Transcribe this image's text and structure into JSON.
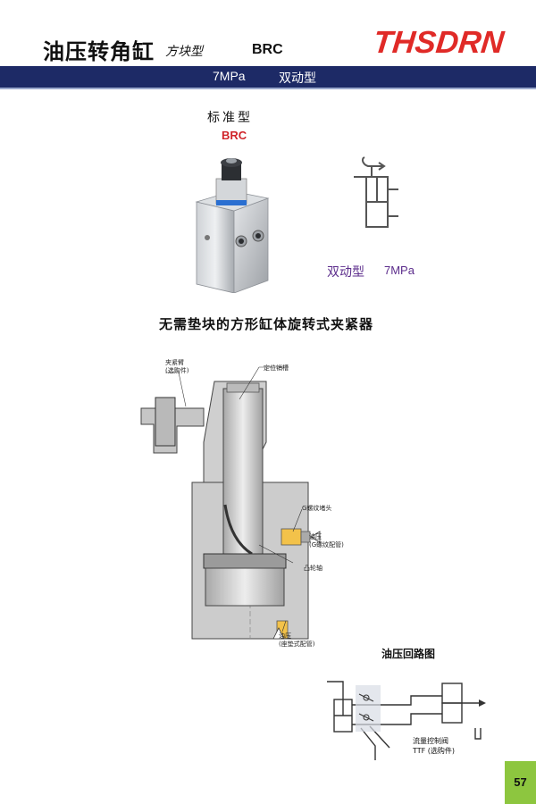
{
  "header": {
    "title": "油压转角缸",
    "subtitle": "方块型",
    "model": "BRC",
    "logo": "THSDRN"
  },
  "band": {
    "pressure": "7MPa",
    "type": "双动型"
  },
  "product": {
    "label": "标准型",
    "model": "BRC"
  },
  "symbol": {
    "type": "双动型",
    "pressure": "7MPa"
  },
  "section": {
    "heading": "无需垫块的方形缸体旋转式夹紧器",
    "callouts": {
      "clamp_arm": "夹紧臂\n(选购件)",
      "locating_groove": "定位销槽",
      "g_plug": "G螺纹堵头",
      "oil_g": "油压\n(G螺纹配管)",
      "cam_shaft": "凸轮轴",
      "oil_seat": "油压\n(座垫式配管)"
    }
  },
  "circuit": {
    "title": "油压回路图",
    "valve_label": "流量控制阀",
    "ttf_label": "TTF (选购件)"
  },
  "page": {
    "number": "57"
  }
}
